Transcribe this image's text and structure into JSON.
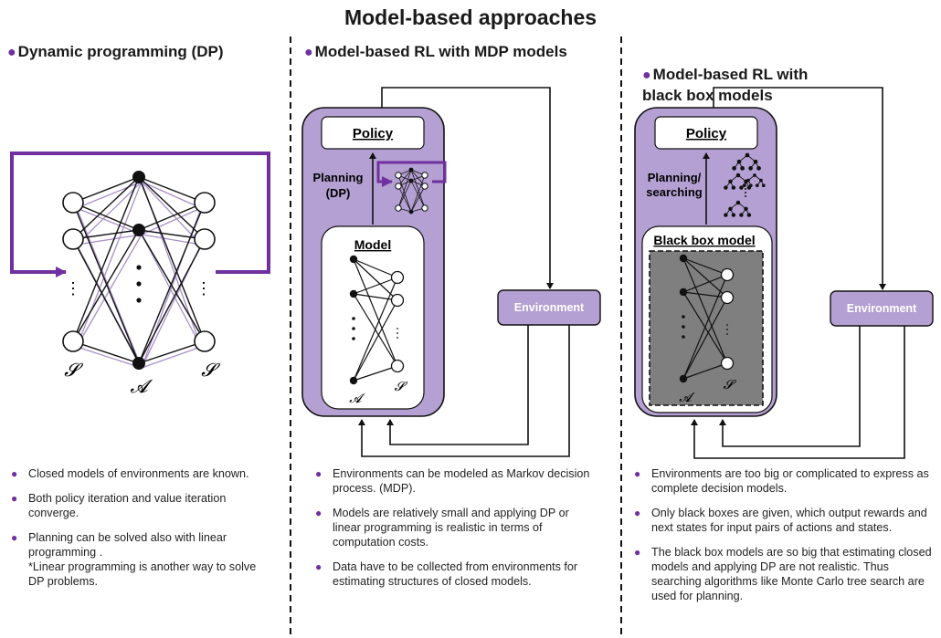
{
  "title": "Model-based approaches",
  "columns": [
    {
      "heading": "Dynamic programming (DP)",
      "labels": {
        "s_left": "𝓢",
        "a_mid": "𝓐",
        "s_right": "𝓢"
      },
      "bullets": [
        {
          "text": "Closed models of environments are known."
        },
        {
          "text": "Both policy iteration and value iteration converge."
        },
        {
          "text": "Planning can be solved also with linear programming .",
          "note": "*Linear programming is another way to solve DP problems."
        }
      ]
    },
    {
      "heading": "Model-based RL with MDP models",
      "policy": "Policy",
      "planning": "Planning\n(DP)",
      "model": "Model",
      "environment": "Environment",
      "labels": {
        "a": "𝓐",
        "s": "𝓢"
      },
      "bullets": [
        {
          "text": "Environments can be modeled as Markov decision process. (MDP)."
        },
        {
          "text": "Models are relatively small and applying DP or linear programming is realistic in terms of computation costs."
        },
        {
          "text": "Data have to be collected from environments for estimating structures of closed models."
        }
      ]
    },
    {
      "heading": "Model-based RL with\nblack box models",
      "policy": "Policy",
      "planning": "Planning/\nsearching",
      "model": "Black box model",
      "environment": "Environment",
      "labels": {
        "a": "𝓐",
        "s": "𝓢"
      },
      "bullets": [
        {
          "text": "Environments are too big or complicated to express as complete decision models."
        },
        {
          "text": "Only black boxes are given, which output rewards and next states for input pairs of actions and states."
        },
        {
          "text": "The black box models are so big that estimating closed models and applying DP are not realistic. Thus searching algorithms like Monte Carlo tree search are used for planning."
        }
      ]
    }
  ],
  "colors": {
    "accent": "#7030a0",
    "box_fill": "#b4a0d2",
    "black_box": "#7f7f7f"
  }
}
